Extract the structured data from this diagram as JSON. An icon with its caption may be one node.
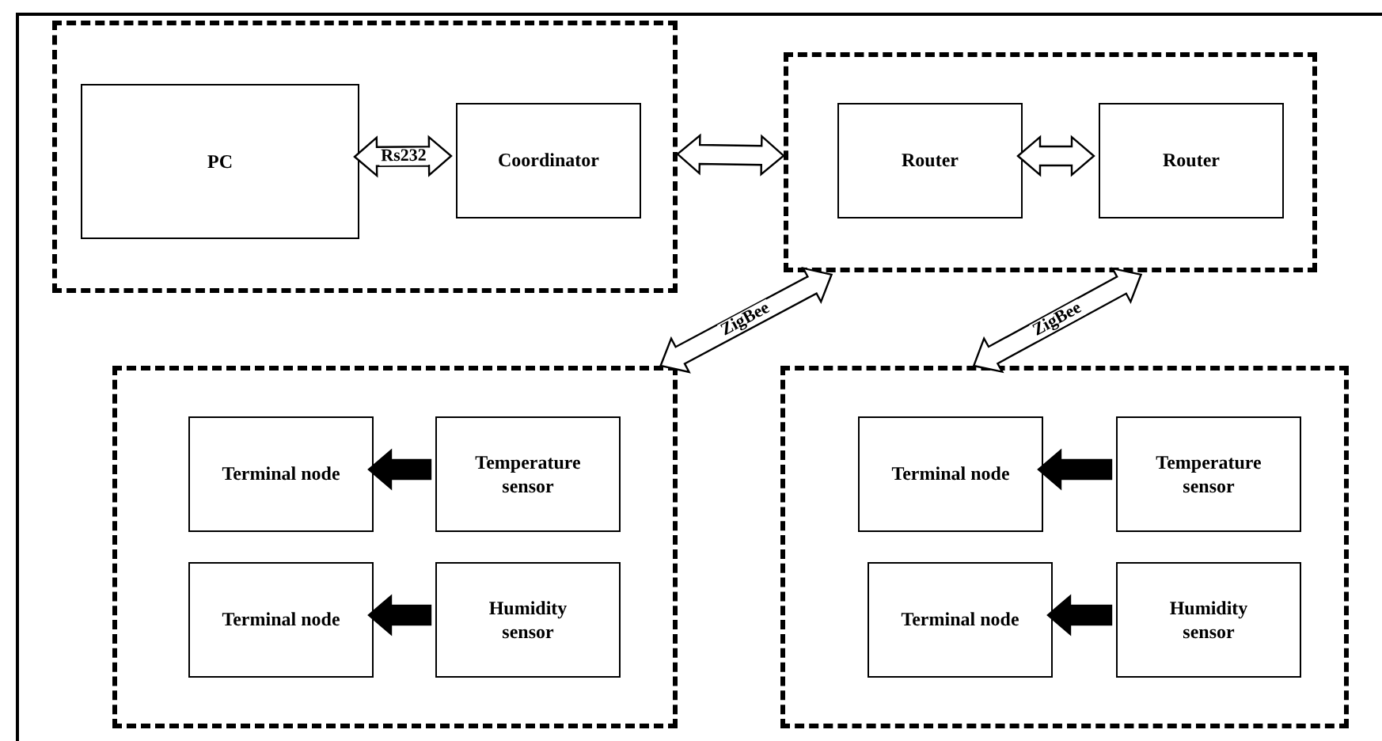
{
  "diagram": {
    "nodes": [
      {
        "text": [],
        "shape": "box"
      },
      {
        "text": [
          "PC"
        ],
        "in": 0
      },
      {
        "text": [
          "Coordinator"
        ],
        "in": 0
      },
      {
        "text": [],
        "shape": "box"
      },
      {
        "text": [
          "Router"
        ],
        "in": 3
      },
      {
        "text": [
          "Router"
        ],
        "in": 3
      },
      {
        "text": [],
        "shape": "box"
      },
      {
        "text": [
          "Terminal node"
        ],
        "in": 6
      },
      {
        "text": [
          "Temperature sensor"
        ],
        "in": 6
      },
      {
        "text": [
          "Terminal node"
        ],
        "in": 6
      },
      {
        "text": [
          "Humidity sensor"
        ],
        "in": 6
      },
      {
        "text": [],
        "shape": "box"
      },
      {
        "text": [
          "Terminal node"
        ],
        "in": 11
      },
      {
        "text": [
          "Temperature sensor"
        ],
        "in": 11
      },
      {
        "text": [
          "Terminal node"
        ],
        "in": 11
      },
      {
        "text": [
          "Humidity sensor"
        ],
        "in": 11
      }
    ],
    "edges": [
      {
        "from": 1,
        "to": 2,
        "arrow": "both",
        "label": "Rs232"
      },
      {
        "from": 0,
        "to": 3,
        "arrow": "both"
      },
      {
        "from": 3,
        "to": 6,
        "arrow": "both",
        "label": "ZigBee"
      },
      {
        "from": 3,
        "to": 11,
        "arrow": "both",
        "label": "ZigBee"
      },
      {
        "from": 4,
        "to": 5,
        "arrow": "both"
      },
      {
        "from": 8,
        "to": 7,
        "arrow": "to",
        "style": "thick"
      },
      {
        "from": 10,
        "to": 9,
        "arrow": "to",
        "style": "thick"
      },
      {
        "from": 13,
        "to": 12,
        "arrow": "to",
        "style": "thick"
      },
      {
        "from": 15,
        "to": 14,
        "arrow": "to",
        "style": "thick"
      }
    ]
  }
}
